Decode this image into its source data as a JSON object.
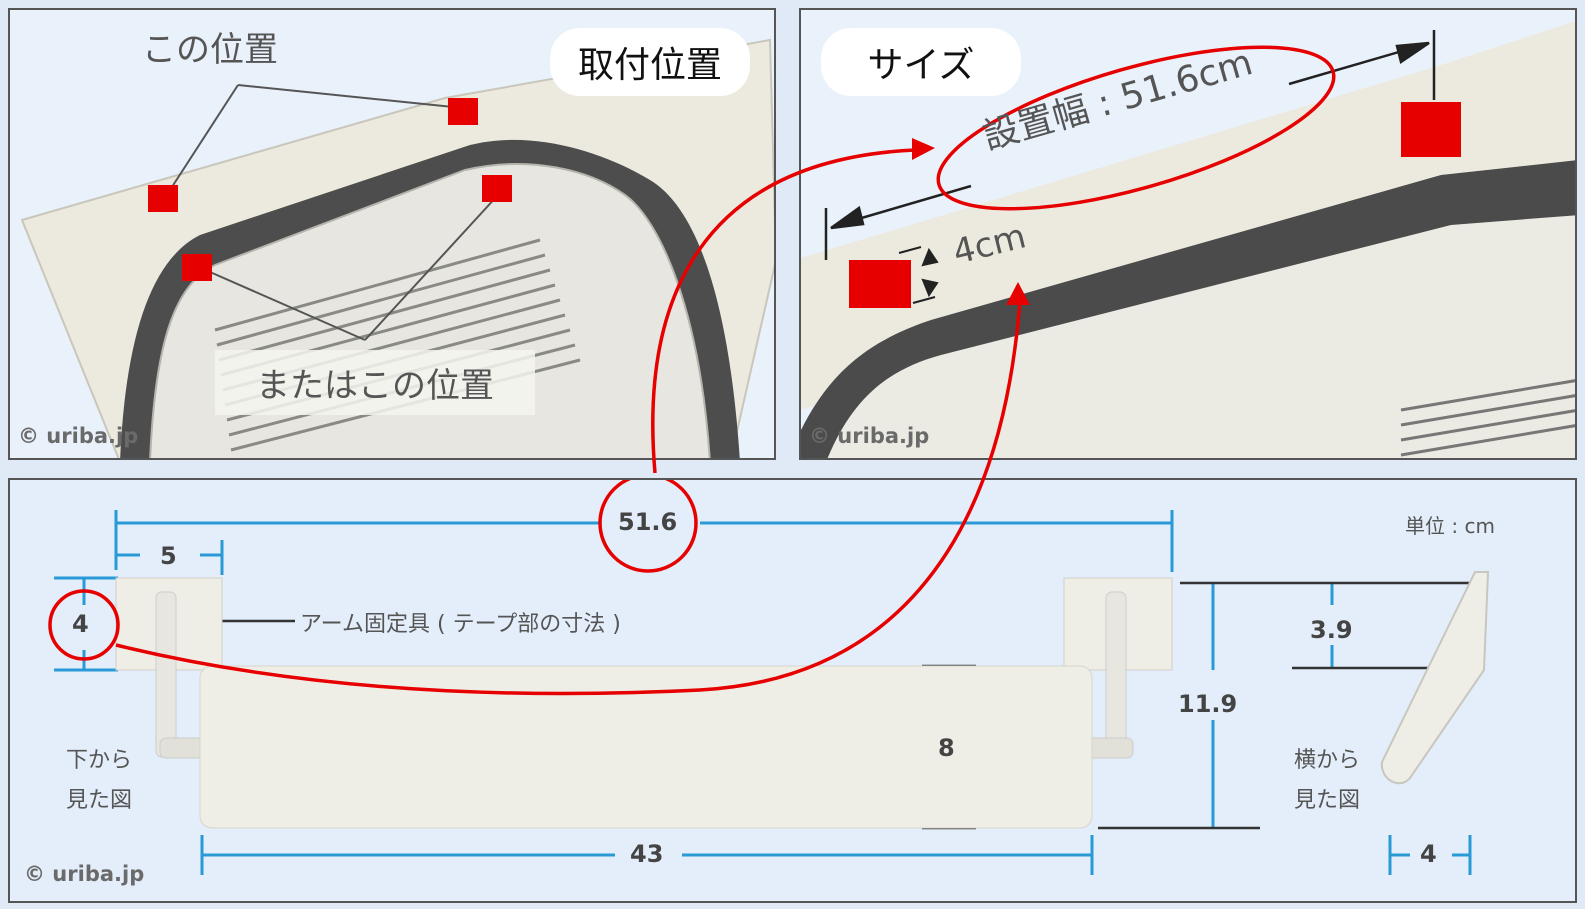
{
  "colors": {
    "marker": "#e60000",
    "dimension": "#2a9ad6",
    "panel_body": "#efeee6"
  },
  "panel1": {
    "badge": "取付位置",
    "label_top": "この位置",
    "label_alt": "またはこの位置",
    "copyright": "© uriba.jp"
  },
  "panel2": {
    "badge": "サイズ",
    "width_label": "設置幅 : 51.6cm",
    "height_label": "4cm",
    "copyright": "© uriba.jp"
  },
  "panel3": {
    "unit": "単位 : cm",
    "dim_total": "51.6",
    "dim_tape_w": "5",
    "dim_tape_h": "4",
    "tape_note": "アーム固定具 ( テープ部の寸法 )",
    "dim_panel_h": "8",
    "dim_panel_w": "43",
    "dim_total_h": "11.9",
    "dim_side_top": "3.9",
    "dim_side_bottom": "4",
    "view_bottom_1": "下から",
    "view_bottom_2": "見た図",
    "view_side_1": "横から",
    "view_side_2": "見た図",
    "copyright": "© uriba.jp"
  }
}
